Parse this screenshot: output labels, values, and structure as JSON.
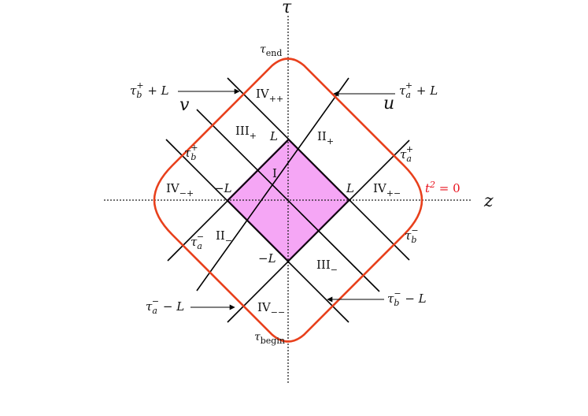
{
  "colors": {
    "diamond_fill": "#f5a6f5",
    "diamond_stroke": "#5a1a5a",
    "boundary": "#e8401c",
    "t2_label": "#e8101c"
  },
  "axes": {
    "tau": "τ",
    "z": "z",
    "u": "u",
    "v": "v"
  },
  "curve_label": {
    "main": "t",
    "sup": "2",
    "rest": " = 0"
  },
  "endpoints": {
    "end": {
      "base": "τ",
      "sub": "end"
    },
    "begin": {
      "base": "τ",
      "sub": "begin"
    }
  },
  "regions": {
    "I": "I",
    "II_plus": {
      "base": "II",
      "sub": "+"
    },
    "III_plus": {
      "base": "III",
      "sub": "+"
    },
    "II_minus": {
      "base": "II",
      "sub": "−"
    },
    "III_minus": {
      "base": "III",
      "sub": "−"
    },
    "IV_pp": {
      "base": "IV",
      "sub": "++"
    },
    "IV_mp": {
      "base": "IV",
      "sub": "−+"
    },
    "IV_pm": {
      "base": "IV",
      "sub": "+−"
    },
    "IV_mm": {
      "base": "IV",
      "sub": "−−"
    }
  },
  "L_labels": {
    "top": "L",
    "left": "−L",
    "right": "L",
    "bottom": "−L"
  },
  "tau_labels": {
    "a_plus": {
      "base": "τ",
      "sub": "a",
      "sup": "+"
    },
    "b_plus": {
      "base": "τ",
      "sub": "b",
      "sup": "+"
    },
    "a_minus": {
      "base": "τ",
      "sub": "a",
      "sup": "−"
    },
    "b_minus": {
      "base": "τ",
      "sub": "b",
      "sup": "−"
    }
  },
  "arrow_labels": {
    "b_plus_L": {
      "base": "τ",
      "sub": "b",
      "sup": "+",
      "rest": " + L"
    },
    "a_plus_L": {
      "base": "τ",
      "sub": "a",
      "sup": "+",
      "rest": " + L"
    },
    "a_minus_L": {
      "base": "τ",
      "sub": "a",
      "sup": "−",
      "rest": " − L"
    },
    "b_minus_L": {
      "base": "τ",
      "sub": "b",
      "sup": "−",
      "rest": " − L"
    }
  }
}
